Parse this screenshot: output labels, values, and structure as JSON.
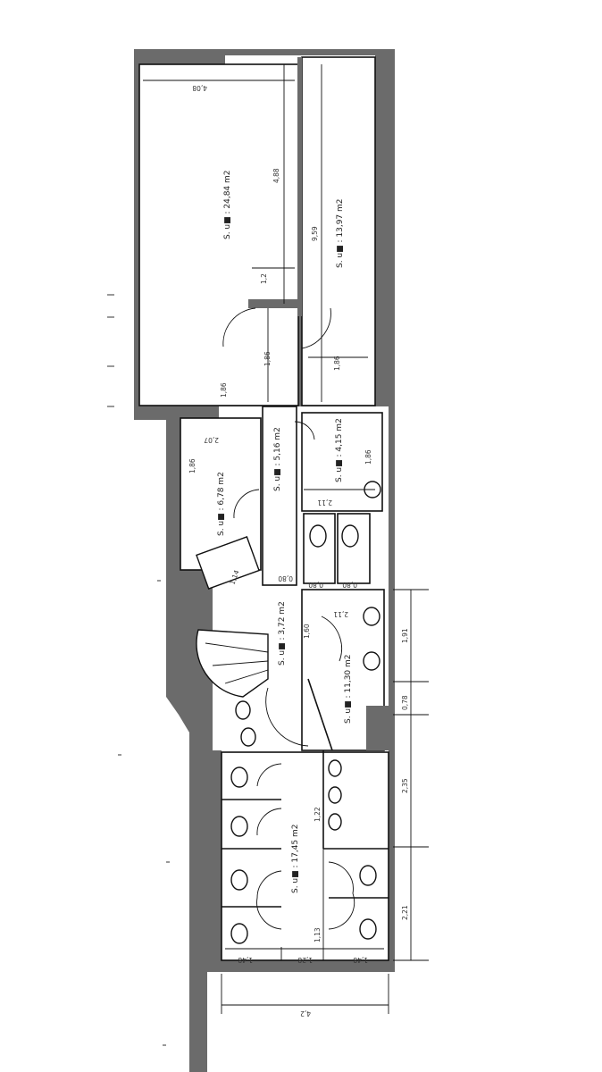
{
  "plan": {
    "areas": {
      "a1": "S. u■ : 24,84 m2",
      "a2": "S. u■ : 13,97 m2",
      "a3": "S. u■ : 6,78 m2",
      "a4": "S. u■ : 5,16 m2",
      "a5": "S. u■ : 4,15 m2",
      "a6": "S. u■ : 3,72 m2",
      "a7": "S. u■ : 11,30 m2",
      "a8": "S. u■ : 17,45 m2"
    },
    "dimensions": {
      "d1": "4,08",
      "d2": "4,88",
      "d3": "9,59",
      "d4": "1,2",
      "d5": "1,86",
      "d6": "1,86",
      "d7": "1,86",
      "d8": "2,07",
      "d9": "1,86",
      "d10": "2,11",
      "d11": "1,86",
      "d12": "1,14",
      "d13": "0,80",
      "d14": "0,80",
      "d15": "0,80",
      "d16": "2,11",
      "d17": "1,60",
      "d18": "1,91",
      "d19": "0,78",
      "d20": "2,35",
      "d21": "2,21",
      "d22": "1,48",
      "d23": "1,28",
      "d24": "1,48",
      "d25": "4,2",
      "d26": "1,22",
      "d27": "1,13"
    }
  }
}
